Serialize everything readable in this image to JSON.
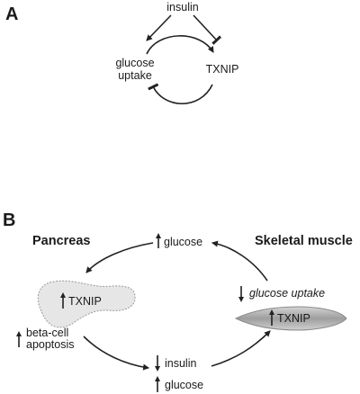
{
  "panel_a": {
    "letter": "A",
    "insulin": "insulin",
    "glucose_uptake_line1": "glucose",
    "glucose_uptake_line2": "uptake",
    "txnip": "TXNIP"
  },
  "panel_b": {
    "letter": "B",
    "pancreas": "Pancreas",
    "skeletal_muscle": "Skeletal muscle",
    "glucose_top": "glucose",
    "txnip_pancreas": "TXNIP",
    "beta_cell_line1": "beta-cell",
    "beta_cell_line2": "apoptosis",
    "glucose_uptake": "glucose uptake",
    "txnip_muscle": "TXNIP",
    "insulin": "insulin",
    "glucose_bottom": "glucose"
  },
  "colors": {
    "pancreas_fill": "#e6e6e6",
    "muscle_fill": "#bdbdbd",
    "arrow": "#222222"
  }
}
